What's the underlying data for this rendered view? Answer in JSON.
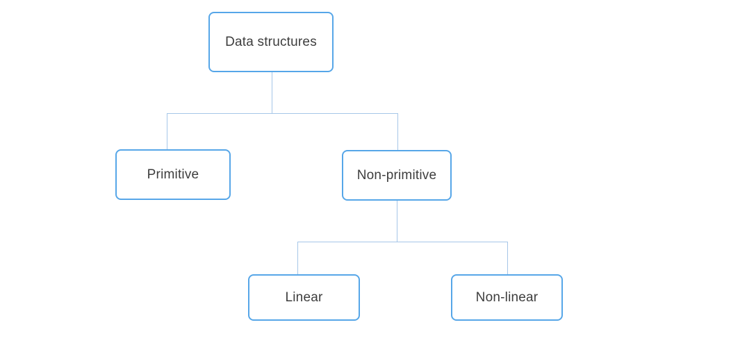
{
  "diagram": {
    "nodes": [
      {
        "id": "data-structures",
        "label": "Data structures"
      },
      {
        "id": "primitive",
        "label": "Primitive"
      },
      {
        "id": "non-primitive",
        "label": "Non-primitive"
      },
      {
        "id": "linear",
        "label": "Linear"
      },
      {
        "id": "non-linear",
        "label": "Non-linear"
      }
    ],
    "edges": [
      {
        "from": "data-structures",
        "to": "primitive"
      },
      {
        "from": "data-structures",
        "to": "non-primitive"
      },
      {
        "from": "non-primitive",
        "to": "linear"
      },
      {
        "from": "non-primitive",
        "to": "non-linear"
      }
    ],
    "colors": {
      "node_border": "#56a6e8",
      "connector": "#a5c6e8",
      "text": "#3d3d3d",
      "background": "#ffffff"
    }
  }
}
